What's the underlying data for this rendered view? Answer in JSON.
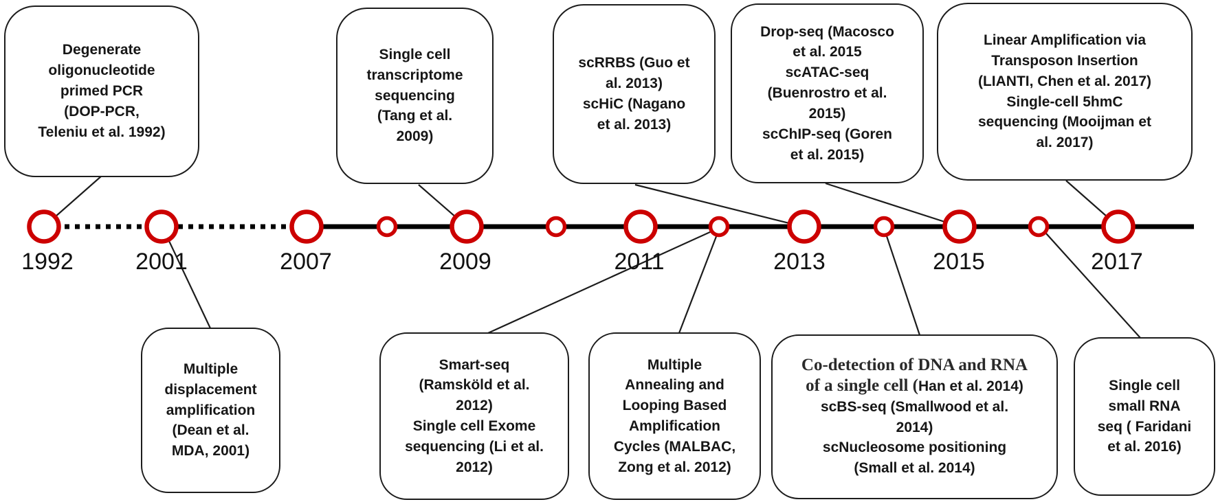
{
  "colors": {
    "marker_red": "#CC0000",
    "line_black": "#000000",
    "box_border": "#1c1c1c"
  },
  "timeline": {
    "years": [
      "1992",
      "2001",
      "2007",
      "2009",
      "2011",
      "2013",
      "2015",
      "2017"
    ]
  },
  "events": {
    "dop_pcr": {
      "text": "Degenerate\noligonucleotide\nprimed PCR\n(DOP-PCR,\nTeleniu et al. 1992)"
    },
    "tang": {
      "text": "Single cell\ntranscriptome\nsequencing\n(Tang et al.\n2009)"
    },
    "scrrbs": {
      "text": "scRRBS (Guo et\nal. 2013)\nscHiC (Nagano\net al. 2013)"
    },
    "dropseq": {
      "text": "Drop-seq (Macosco\net al. 2015\nscATAC-seq\n(Buenrostro et al.\n2015)\nscChIP-seq (Goren\net al. 2015)"
    },
    "lianti": {
      "text": "Linear Amplification via\nTransposon Insertion\n(LIANTI, Chen et al. 2017)\nSingle-cell 5hmC\nsequencing (Mooijman et\nal. 2017)"
    },
    "mda": {
      "text": "Multiple\ndisplacement\namplification\n(Dean et al.\nMDA, 2001)"
    },
    "smartseq": {
      "text": "Smart-seq\n(Ramsköld et al.\n2012)\nSingle cell Exome\nsequencing (Li et al.\n2012)"
    },
    "malbac": {
      "text": "Multiple\nAnnealing and\nLooping Based\nAmplification\nCycles (MALBAC,\nZong et al. 2012)"
    },
    "codetection": {
      "serif_text": "Co-detection of DNA and RNA\nof a single cell (",
      "sans_text": "Han et al. 2014)\nscBS-seq (Smallwood et al.\n2014)\nscNucleosome positioning\n(Small et al. 2014)"
    },
    "smallrna": {
      "text": "Single cell\nsmall RNA\nseq ( Faridani\net al. 2016)"
    }
  }
}
